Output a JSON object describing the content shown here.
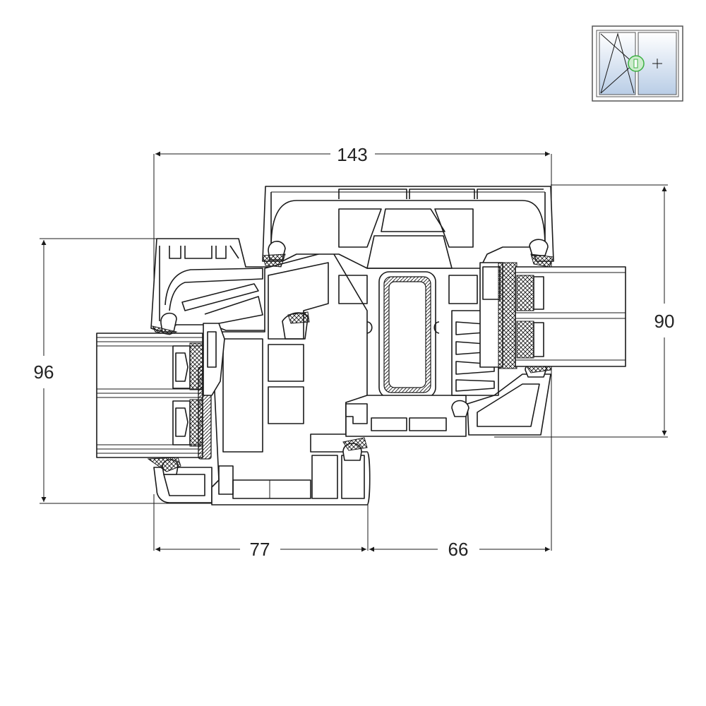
{
  "dimensions": {
    "total_width": "143",
    "sash_height": "96",
    "frame_height": "90",
    "left_width": "77",
    "right_width": "66"
  },
  "thumbnail": {
    "icon": "window-tilt-turn-fixed-icon",
    "handle_marker_color": "#3cb043",
    "glass_color": "#b9cde6"
  },
  "colors": {
    "line": "#1a1a1a",
    "hatch": "#1a1a1a",
    "background": "#ffffff"
  }
}
